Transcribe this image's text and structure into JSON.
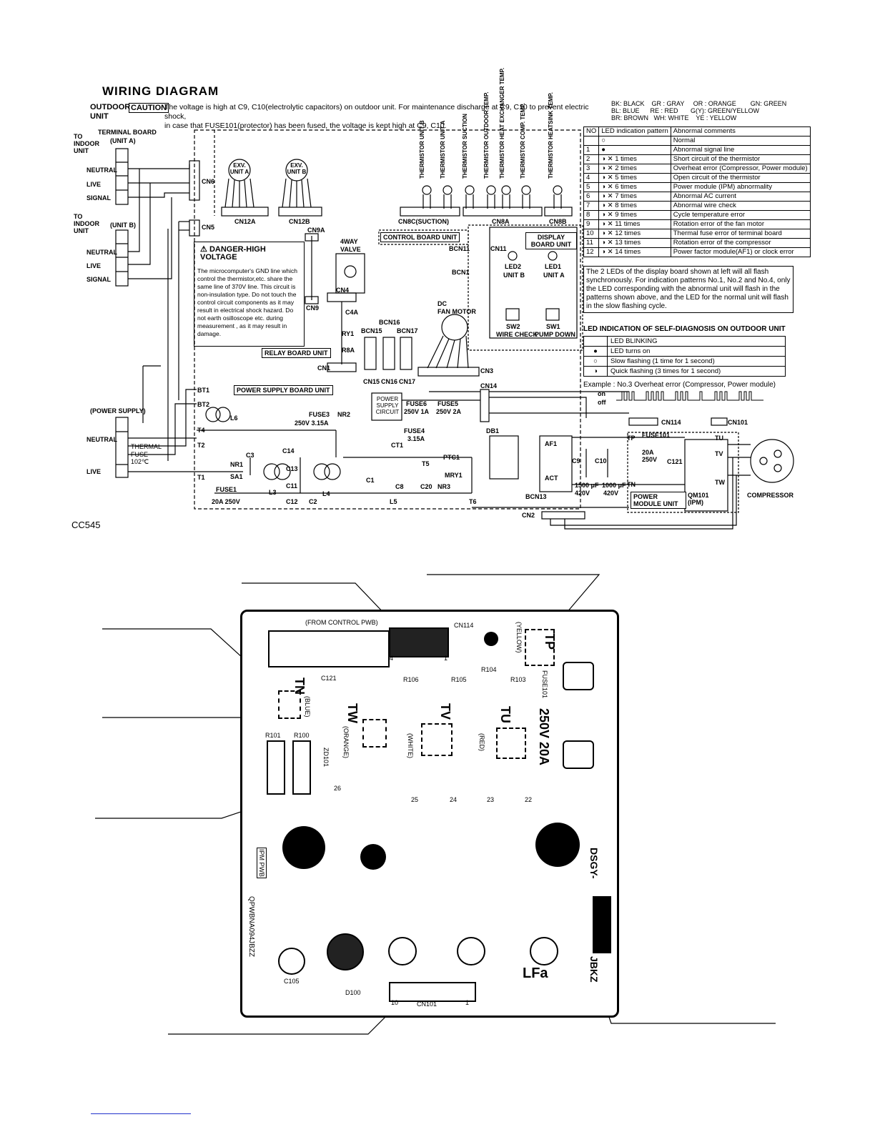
{
  "header": {
    "title": "WIRING  DIAGRAM",
    "unit_line1": "OUTDOOR",
    "unit_line2": "UNIT",
    "caution": "CAUTION",
    "caution_line1": "The voltage is high at C9, C10(electrolytic capacitors) on outdoor unit. For maintenance discharge at C9, C10 to prevent electric shock,",
    "caution_line2": "in case that FUSE101(protector) has been fused, the voltage is kept high at C9, C10."
  },
  "color_legend": [
    "BK: BLACK    GR : GRAY     OR : ORANGE        GN: GREEN",
    "BL: BLUE      RE : RED       G(Y): GREEN/YELLOW",
    "BR: BROWN   WH: WHITE    YE : YELLOW"
  ],
  "led_table": {
    "headers": [
      "NO",
      "LED indication pattern",
      "Abnormal comments"
    ],
    "rows": [
      [
        "",
        "○",
        "Normal"
      ],
      [
        "1",
        "●",
        "Abnormal signal line"
      ],
      [
        "2",
        "◑ ✕ 1 times",
        "Short circuit of the thermistor"
      ],
      [
        "3",
        "◑ ✕ 2 times",
        "Overheat error (Compressor, Power module)"
      ],
      [
        "4",
        "◑ ✕ 5 times",
        "Open circuit of the thermistor"
      ],
      [
        "5",
        "◑ ✕ 6 times",
        "Power module (IPM) abnormality"
      ],
      [
        "6",
        "◑ ✕ 7 times",
        "Abnormal AC current"
      ],
      [
        "7",
        "◑ ✕ 8 times",
        "Abnormal wire check"
      ],
      [
        "8",
        "◑ ✕ 9 times",
        "Cycle temperature error"
      ],
      [
        "9",
        "◑ ✕ 11 times",
        "Rotation error of the fan motor"
      ],
      [
        "10",
        "◑ ✕ 12 times",
        "Thermal fuse error of terminal board"
      ],
      [
        "11",
        "◑ ✕ 13 times",
        "Rotation error of the compressor"
      ],
      [
        "12",
        "◑ ✕ 14 times",
        "Power factor module(AF1) or clock error"
      ]
    ]
  },
  "led_note": "The 2 LEDs of the display board shown at left will all flash synchronously. For indication patterns No.1, No.2 and No.4, only the LED corresponding with the abnormal unit will flash in the patterns shown above, and the LED for the normal unit will flash in the slow flashing cycle.",
  "self_diag": {
    "title": "LED INDICATION OF SELF-DIAGNOSIS ON OUTDOOR UNIT",
    "rows": [
      [
        "",
        "LED BLINKING"
      ],
      [
        "●",
        "LED turns on"
      ],
      [
        "○",
        "Slow flashing (1 time for 1 second)"
      ],
      [
        "◑",
        "Quick flashing (3 times for 1 second)"
      ]
    ],
    "example": "Example : No.3  Overheat error (Compressor, Power module)",
    "on": "on",
    "off": "off"
  },
  "labels": {
    "terminal_board": "TERMINAL BOARD",
    "unit_a": "(UNIT A)",
    "unit_b": "(UNIT B)",
    "to_indoor": "TO",
    "to_indoor2": "INDOOR",
    "to_indoor3": "UNIT",
    "neutral": "NEUTRAL",
    "live": "LIVE",
    "signal": "SIGNAL",
    "power_supply": "(POWER SUPPLY)",
    "thermal": "THERMAL",
    "fuse": "FUSE",
    "fuse_temp": "102℃",
    "cn6": "CN6",
    "cn5": "CN5",
    "exv_a": "EXV. UNIT A",
    "exv_b": "EXV. UNIT B",
    "cn12a": "CN12A",
    "cn12b": "CN12B",
    "cn9a": "CN9A",
    "cn9": "CN9",
    "cn4": "CN4",
    "c4a": "C4A",
    "ry1": "RY1",
    "r8a": "R8A",
    "cn1": "CN1",
    "fourway": "4WAY",
    "valve": "VALVE",
    "control_board": "CONTROL BOARD UNIT",
    "relay_board": "RELAY BOARD UNIT",
    "power_supply_board": "POWER SUPPLY BOARD UNIT",
    "display_board": "DISPLAY BOARD UNIT",
    "danger_title": "DANGER-HIGH VOLTAGE",
    "danger_text": "The microcomputer's GND line which control the thermistor,etc. share the same line of 370V line. This circuit is non-insulation type. Do not touch the control circuit components as it may result in electrical shock hazard. Do not earth osilloscope etc. during measurement , as it may result in damage.",
    "cn8c": "CN8C(SUCTION)",
    "cn8a": "CN8A",
    "cn8b": "CN8B",
    "th7": "THERMISTOR UNIT B",
    "th6": "THERMISTOR UNIT A",
    "th4": "THERMISTOR SUCTION",
    "th3": "THERMISTOR OUTDOOR TEMP.",
    "th2": "THERMISTOR HEAT EXCHANGER TEMP.",
    "th1": "THERMISTOR COMP. TEMP.",
    "th5": "THERMISTOR HEATSINK TEMP.",
    "bcn11": "BCN11",
    "bcn1": "BCN1",
    "cn11": "CN11",
    "led2": "LED2",
    "led1": "LED1",
    "unitb": "UNIT B",
    "unita": "UNIT A",
    "sw2": "SW2",
    "sw1": "SW1",
    "wire_check": "WIRE CHECK",
    "pump_down": "PUMP DOWN",
    "dc_fan": "DC",
    "dc_fan2": "FAN MOTOR",
    "bcn16": "BCN16",
    "bcn15": "BCN15",
    "bcn17": "BCN17",
    "cn15": "CN15",
    "cn16": "CN16",
    "cn17": "CN17",
    "cn3": "CN3",
    "cn14": "CN14",
    "cn114": "CN114",
    "cn101": "CN101",
    "cn2": "CN2",
    "fuse3": "FUSE3",
    "fuse3v": "250V 3.15A",
    "nr2": "NR2",
    "fuse6": "FUSE6",
    "fuse6v": "250V 1A",
    "fuse5": "FUSE5",
    "fuse5v": "250V 2A",
    "psc": "POWER SUPPLY CIRCUIT",
    "fuse4": "FUSE4",
    "fuse4v": "3.15A",
    "ct1": "CT1",
    "t5": "T5",
    "ptc1": "PTC1",
    "mry1": "MRY1",
    "db1": "DB1",
    "af1": "AF1",
    "act": "ACT",
    "bcn13": "BCN13",
    "c9": "C9",
    "c10": "C10",
    "cap1500": "1500 μF",
    "cap1000": "1000 μF",
    "v420a": "420V",
    "v420b": "420V",
    "fuse101": "FUSE101",
    "fuse101v": "20A 250V",
    "c121": "C121",
    "pmu": "POWER MODULE UNIT",
    "qm101": "QM101 (IPM)",
    "compressor": "COMPRESSOR",
    "bt1": "BT1",
    "bt2": "BT2",
    "l6": "L6",
    "t4": "T4",
    "t2": "T2",
    "t1": "T1",
    "t6": "T6",
    "nr1": "NR1",
    "sa1": "SA1",
    "c3": "C3",
    "c14": "C14",
    "c13": "C13",
    "c11": "C11",
    "c12": "C12",
    "c2": "C2",
    "c1": "C1",
    "c8": "C8",
    "c20": "C20",
    "nr3": "NR3",
    "l3": "L3",
    "l4": "L4",
    "l5": "L5",
    "fuse1": "FUSE1",
    "fuse1v": "20A  250V",
    "tp": "TP",
    "tn": "TN",
    "tu": "TU",
    "tv": "TV",
    "tw": "TW",
    "ref": "CC545"
  },
  "pcb": {
    "from_control": "(FROM CONTROL PWB)",
    "cn114": "CN114",
    "yellow": "(YELLOW)",
    "tp": "TP",
    "tn": "TN",
    "blue": "(BLUE)",
    "tw": "TW",
    "orange": "(ORANGE)",
    "tv": "TV",
    "white": "(WHITE)",
    "tu": "TU",
    "red": "(RED)",
    "c121": "C121",
    "r106": "R106",
    "r105": "R105",
    "r104": "R104",
    "r103": "R103",
    "fuse101": "FUSE101",
    "v250": "250V",
    "a20": "20A",
    "r101": "R101",
    "r100": "R100",
    "zd101": "ZD101",
    "n26": "26",
    "n25": "25",
    "n24": "24",
    "n23": "23",
    "n22": "22",
    "ipm": "IPM PWB",
    "code": "QPWBNA094JBZZ",
    "dsgy": "DSGY-",
    "jbkz": "JBKZ",
    "cn101": "CN101",
    "d100": "D100",
    "c105": "C105",
    "lfa": "LFa",
    "pin10": "10",
    "pin1": "1",
    "pin4": "4",
    "pin1b": "1"
  }
}
